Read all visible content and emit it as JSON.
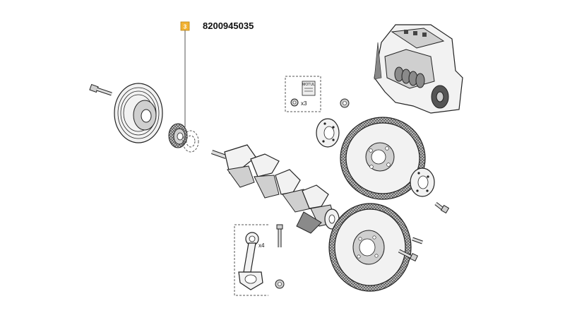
{
  "callout": {
    "number": "3",
    "part_number": "8200945035",
    "badge_color": "#f2b233"
  },
  "kit_box": {
    "quantity_label": "x3",
    "tag_text": "MOTUL"
  },
  "conrod_box": {
    "quantity_label": "x4"
  }
}
